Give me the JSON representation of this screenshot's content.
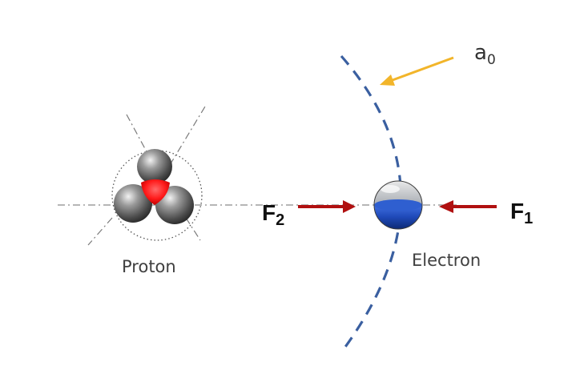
{
  "labels": {
    "proton": "Proton",
    "electron": "Electron",
    "force1": "F",
    "force1_sub": "1",
    "force2": "F",
    "force2_sub": "2",
    "radius": "a",
    "radius_sub": "0"
  },
  "colors": {
    "orbit": "#3a5fa0",
    "force_arrow": "#b01010",
    "radius_arrow": "#f2b52a",
    "proton_core": "#ff1a1a",
    "electron_band": "#1f49b8",
    "axis_line": "#8a8a8a"
  },
  "icons": {
    "proton": "three-quark-sphere-icon",
    "electron": "half-blue-sphere-icon"
  }
}
